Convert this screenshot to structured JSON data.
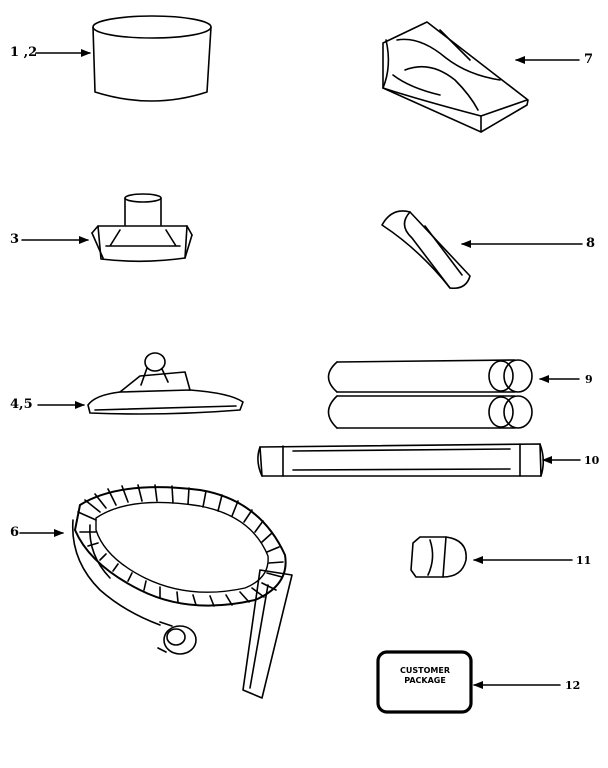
{
  "labels": {
    "p1_2": "1 ,2",
    "p3": "3",
    "p4_5": "4,5",
    "p6": "6",
    "p7": "7",
    "p8": "8",
    "p9": "9",
    "p10": "10",
    "p11": "11",
    "p12": "12"
  },
  "package": {
    "line1": "CUSTOMER",
    "line2": "PACKAGE"
  }
}
